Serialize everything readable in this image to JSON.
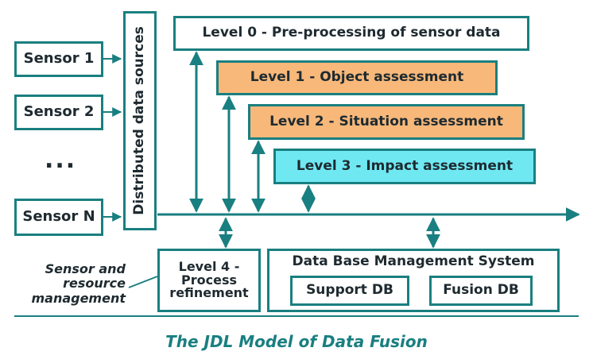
{
  "sensors": [
    "Sensor 1",
    "Sensor 2",
    "Sensor N"
  ],
  "ellipsis": "...",
  "distributed_label": "Distributed data sources",
  "levels": {
    "level0": "Level 0 - Pre-processing of sensor data",
    "level1": "Level 1 - Object assessment",
    "level2": "Level 2 - Situation assessment",
    "level3": "Level 3 - Impact assessment",
    "level4": "Level 4 - Process refinement"
  },
  "dbms": {
    "title": "Data Base Management System",
    "support_db": "Support DB",
    "fusion_db": "Fusion DB"
  },
  "sensor_mgmt_label": "Sensor and resource management",
  "caption": "The JDL Model of Data Fusion",
  "colors": {
    "teal": "#1a7f80",
    "orange": "#f7b87a",
    "cyan": "#6fe8f2",
    "caption": "#1a7f80"
  }
}
